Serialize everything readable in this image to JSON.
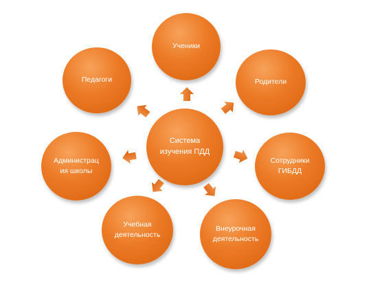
{
  "diagram": {
    "center_label": "Система\nизучения ПДД",
    "nodes": [
      {
        "key": "students",
        "label": "Ученики"
      },
      {
        "key": "parents",
        "label": "Родители"
      },
      {
        "key": "gibdd",
        "label": "Сотрудники\nГИБДД"
      },
      {
        "key": "extracurricular",
        "label": "Внеурочная\nдеятельность"
      },
      {
        "key": "educational",
        "label": "Учебная\nдеятельность"
      },
      {
        "key": "administration",
        "label": "Администрац\nия школы"
      },
      {
        "key": "teachers",
        "label": "Педагоги"
      }
    ],
    "colors": {
      "circle_fill": "#ec7a25",
      "arrow_fill": "#ec7a25",
      "text": "#ffffff"
    },
    "arrow_icon": "block-arrow-outward"
  }
}
